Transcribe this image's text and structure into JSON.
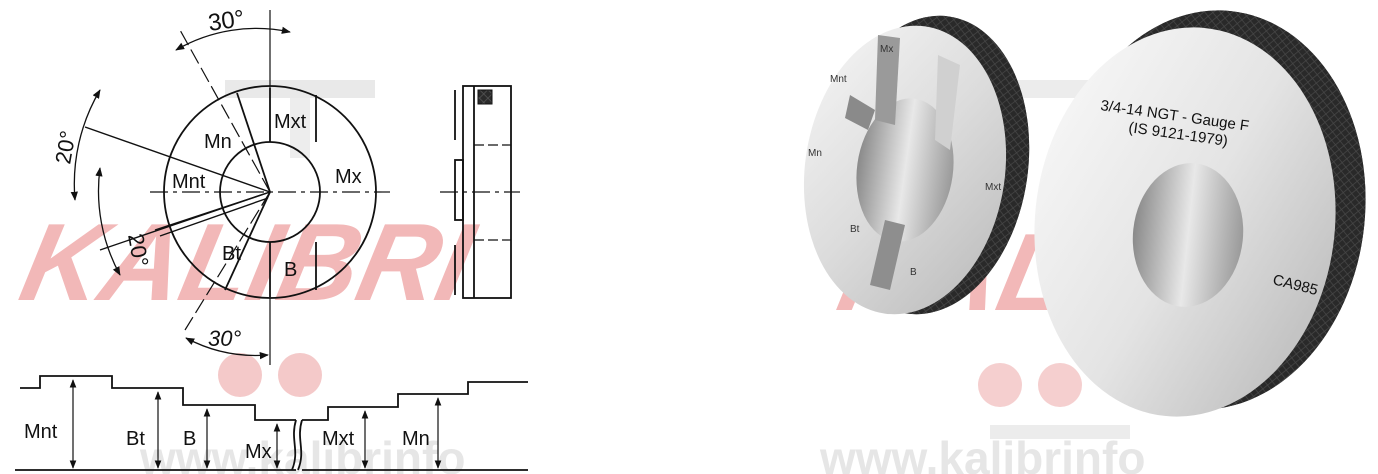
{
  "watermark": {
    "brand": "KALIBRI",
    "site": "www.kalibrinfo"
  },
  "drawing": {
    "angles": {
      "top": "30°",
      "left_upper": "20°",
      "left_lower": "20°",
      "bottom": "30°"
    },
    "sectors": {
      "mn": "Mn",
      "mxt": "Mxt",
      "mnt": "Mnt",
      "mx": "Mx",
      "bt": "Bt",
      "b": "B"
    },
    "profile": [
      "Mnt",
      "Bt",
      "B",
      "Mx",
      "Mxt",
      "Mn"
    ]
  },
  "photo": {
    "left_ring": {
      "mx": "Mx",
      "mnt": "Mnt",
      "mn": "Mn",
      "mxt": "Mxt",
      "bt": "Bt",
      "b": "B"
    },
    "right_ring": {
      "line1": "3/4-14 NGT - Gauge F",
      "line2": "(IS 9121-1979)",
      "code": "CA985"
    }
  },
  "colors": {
    "watermark_red": "#f2b8b8",
    "ink": "#111111",
    "knurl": "#2a2a2a"
  }
}
